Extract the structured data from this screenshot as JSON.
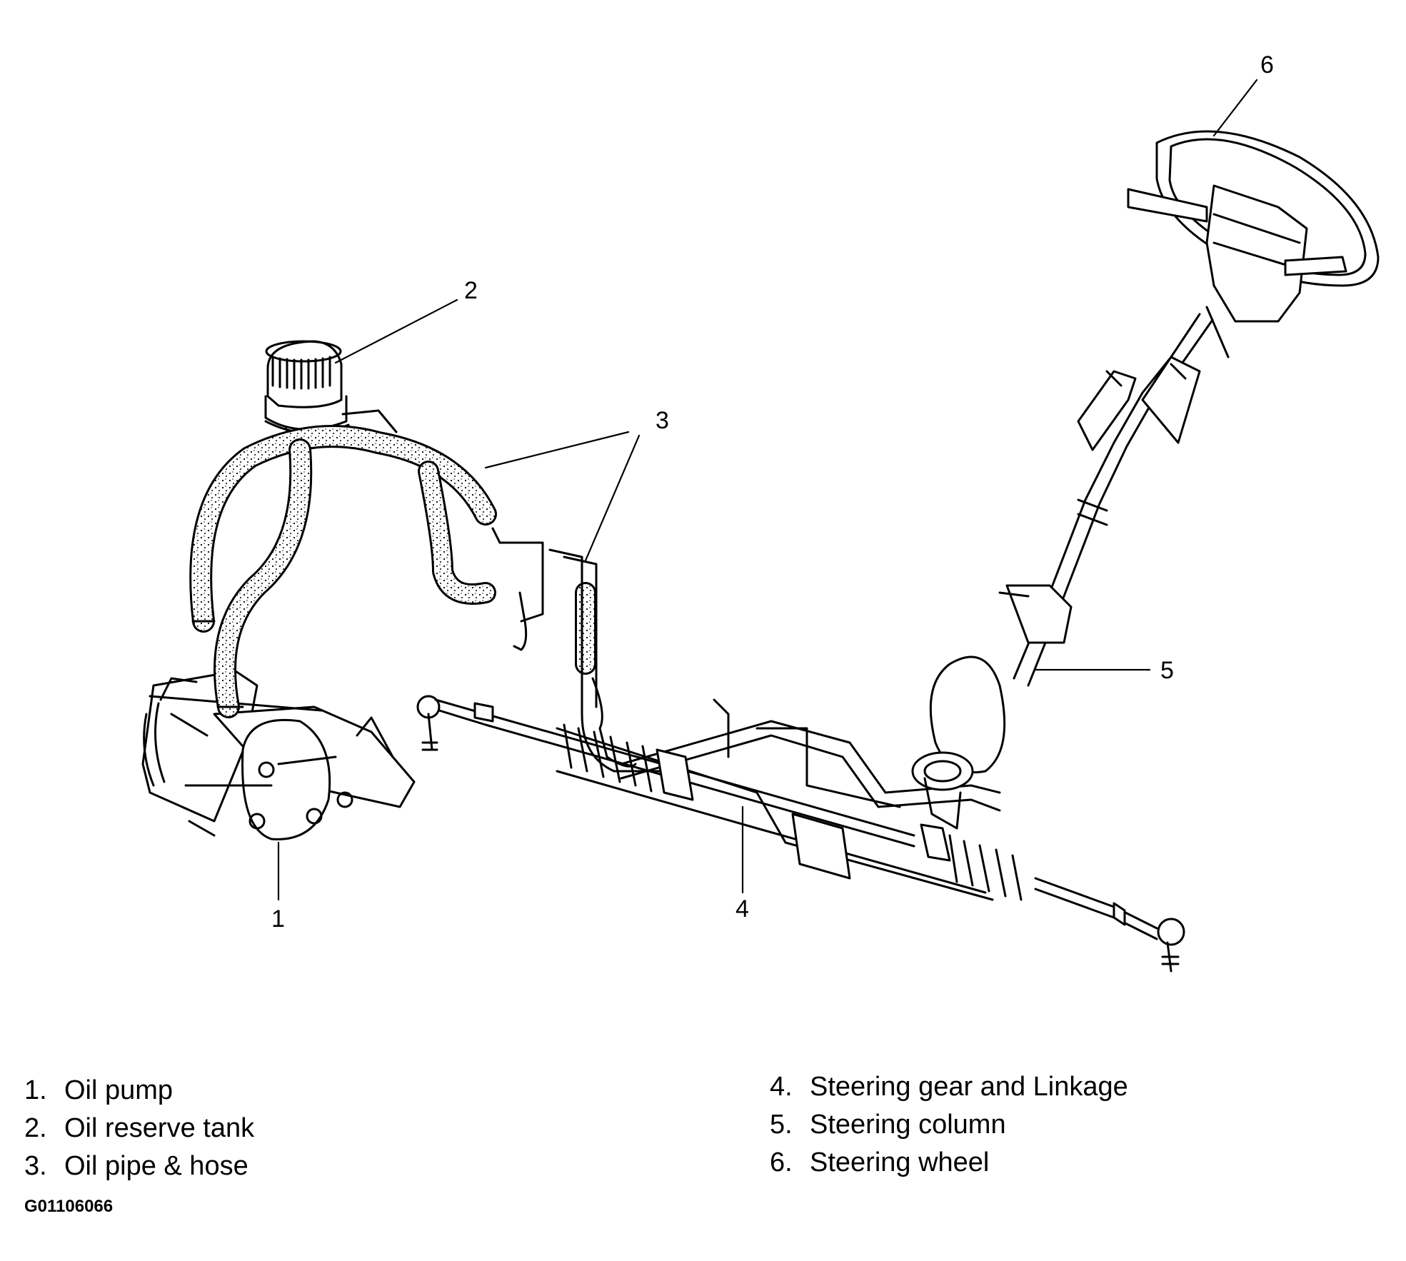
{
  "callouts": [
    "1",
    "2",
    "3",
    "4",
    "5",
    "6"
  ],
  "legend": [
    {
      "num": "1.",
      "label": "Oil pump"
    },
    {
      "num": "2.",
      "label": "Oil reserve tank"
    },
    {
      "num": "3.",
      "label": "Oil pipe & hose"
    },
    {
      "num": "4.",
      "label": "Steering gear and Linkage"
    },
    {
      "num": "5.",
      "label": "Steering column"
    },
    {
      "num": "6.",
      "label": "Steering wheel"
    }
  ],
  "figure_id": "G01106066"
}
